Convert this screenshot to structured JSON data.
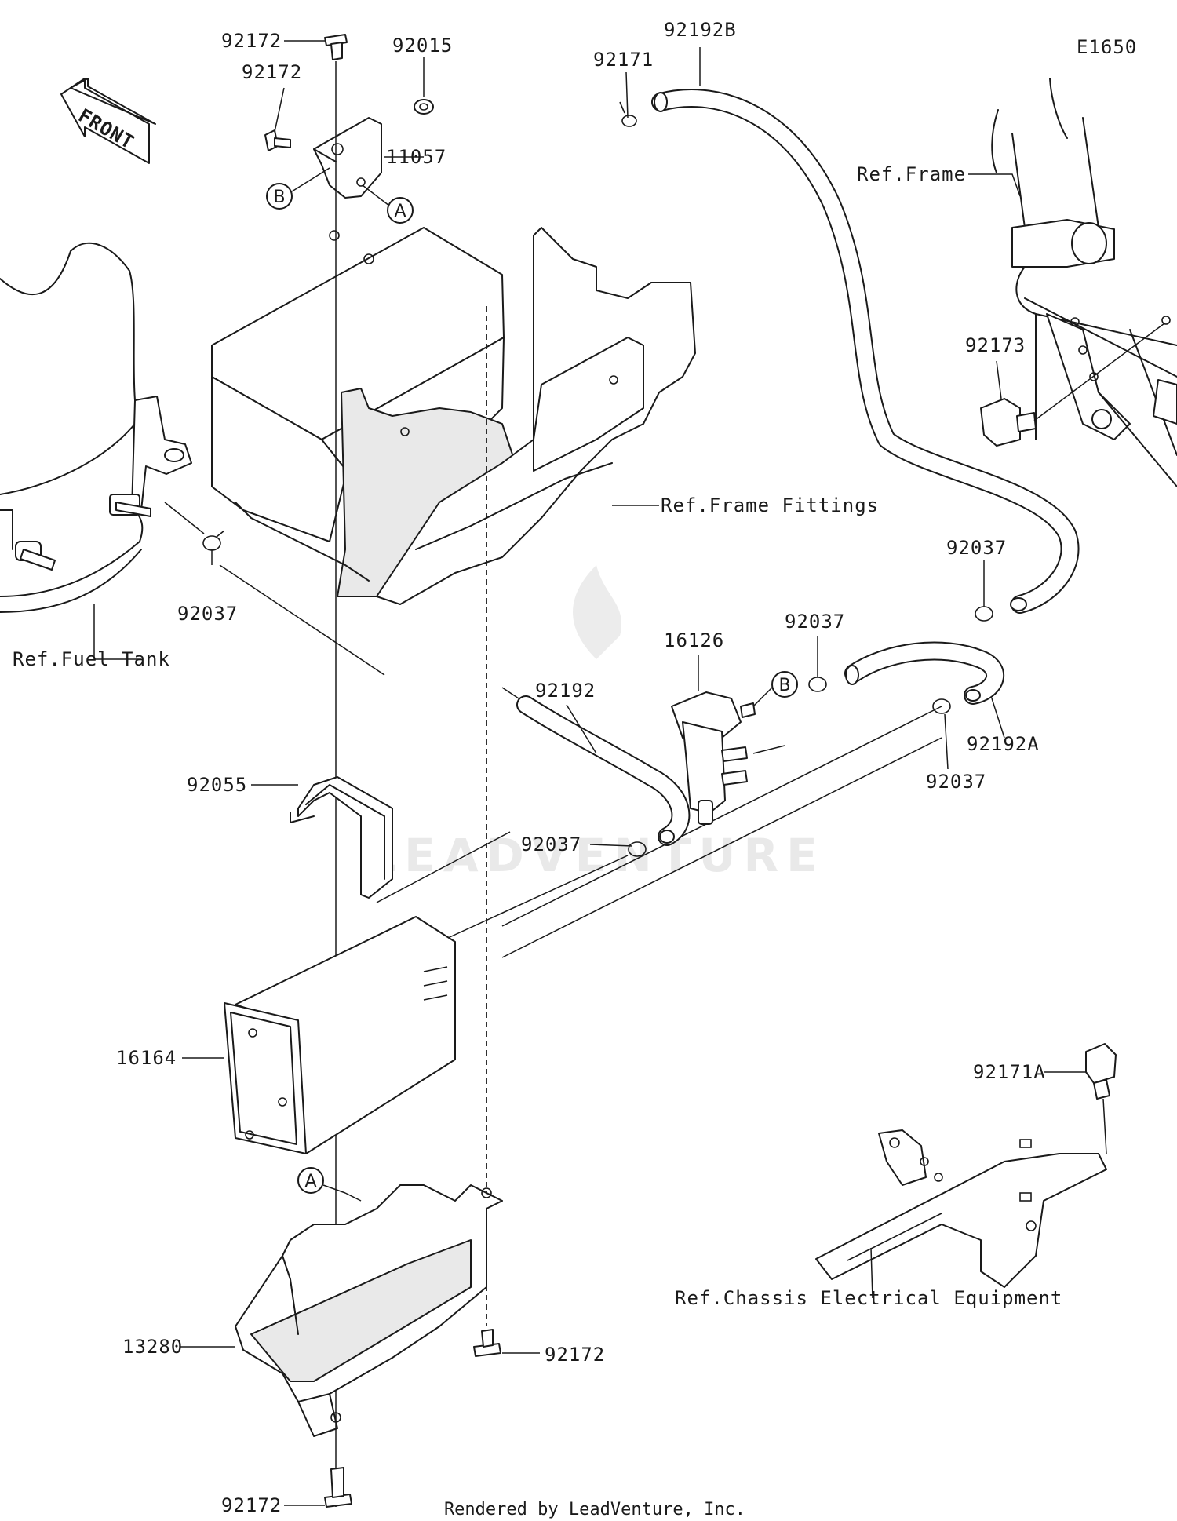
{
  "diagram": {
    "code": "E1650",
    "direction_label": "FRONT",
    "watermark": "LEADVENTURE",
    "footer": "Rendered by LeadVenture, Inc.",
    "part_labels": [
      {
        "id": "p-92172-top",
        "text": "92172"
      },
      {
        "id": "p-92015",
        "text": "92015"
      },
      {
        "id": "p-92172-b",
        "text": "92172"
      },
      {
        "id": "p-11057",
        "text": "11057"
      },
      {
        "id": "p-92171",
        "text": "92171"
      },
      {
        "id": "p-92192b",
        "text": "92192B"
      },
      {
        "id": "p-ref-frame",
        "text": "Ref.Frame"
      },
      {
        "id": "p-92173",
        "text": "92173"
      },
      {
        "id": "p-ref-frame-fittings",
        "text": "Ref.Frame Fittings"
      },
      {
        "id": "p-92037-right",
        "text": "92037"
      },
      {
        "id": "p-92037-left",
        "text": "92037"
      },
      {
        "id": "p-ref-fuel-tank",
        "text": "Ref.Fuel Tank"
      },
      {
        "id": "p-16126",
        "text": "16126"
      },
      {
        "id": "p-92037-mid",
        "text": "92037"
      },
      {
        "id": "p-92192",
        "text": "92192"
      },
      {
        "id": "p-92192a",
        "text": "92192A"
      },
      {
        "id": "p-92037-lower",
        "text": "92037"
      },
      {
        "id": "p-92055",
        "text": "92055"
      },
      {
        "id": "p-92037-hose",
        "text": "92037"
      },
      {
        "id": "p-16164",
        "text": "16164"
      },
      {
        "id": "p-92171a",
        "text": "92171A"
      },
      {
        "id": "p-ref-chassis",
        "text": "Ref.Chassis Electrical Equipment"
      },
      {
        "id": "p-13280",
        "text": "13280"
      },
      {
        "id": "p-92172-right",
        "text": "92172"
      },
      {
        "id": "p-92172-bottom",
        "text": "92172"
      }
    ],
    "callouts": [
      {
        "id": "c-b-top",
        "text": "B"
      },
      {
        "id": "c-a-top",
        "text": "A"
      },
      {
        "id": "c-b-valve",
        "text": "B"
      },
      {
        "id": "c-a-bottom",
        "text": "A"
      }
    ]
  }
}
